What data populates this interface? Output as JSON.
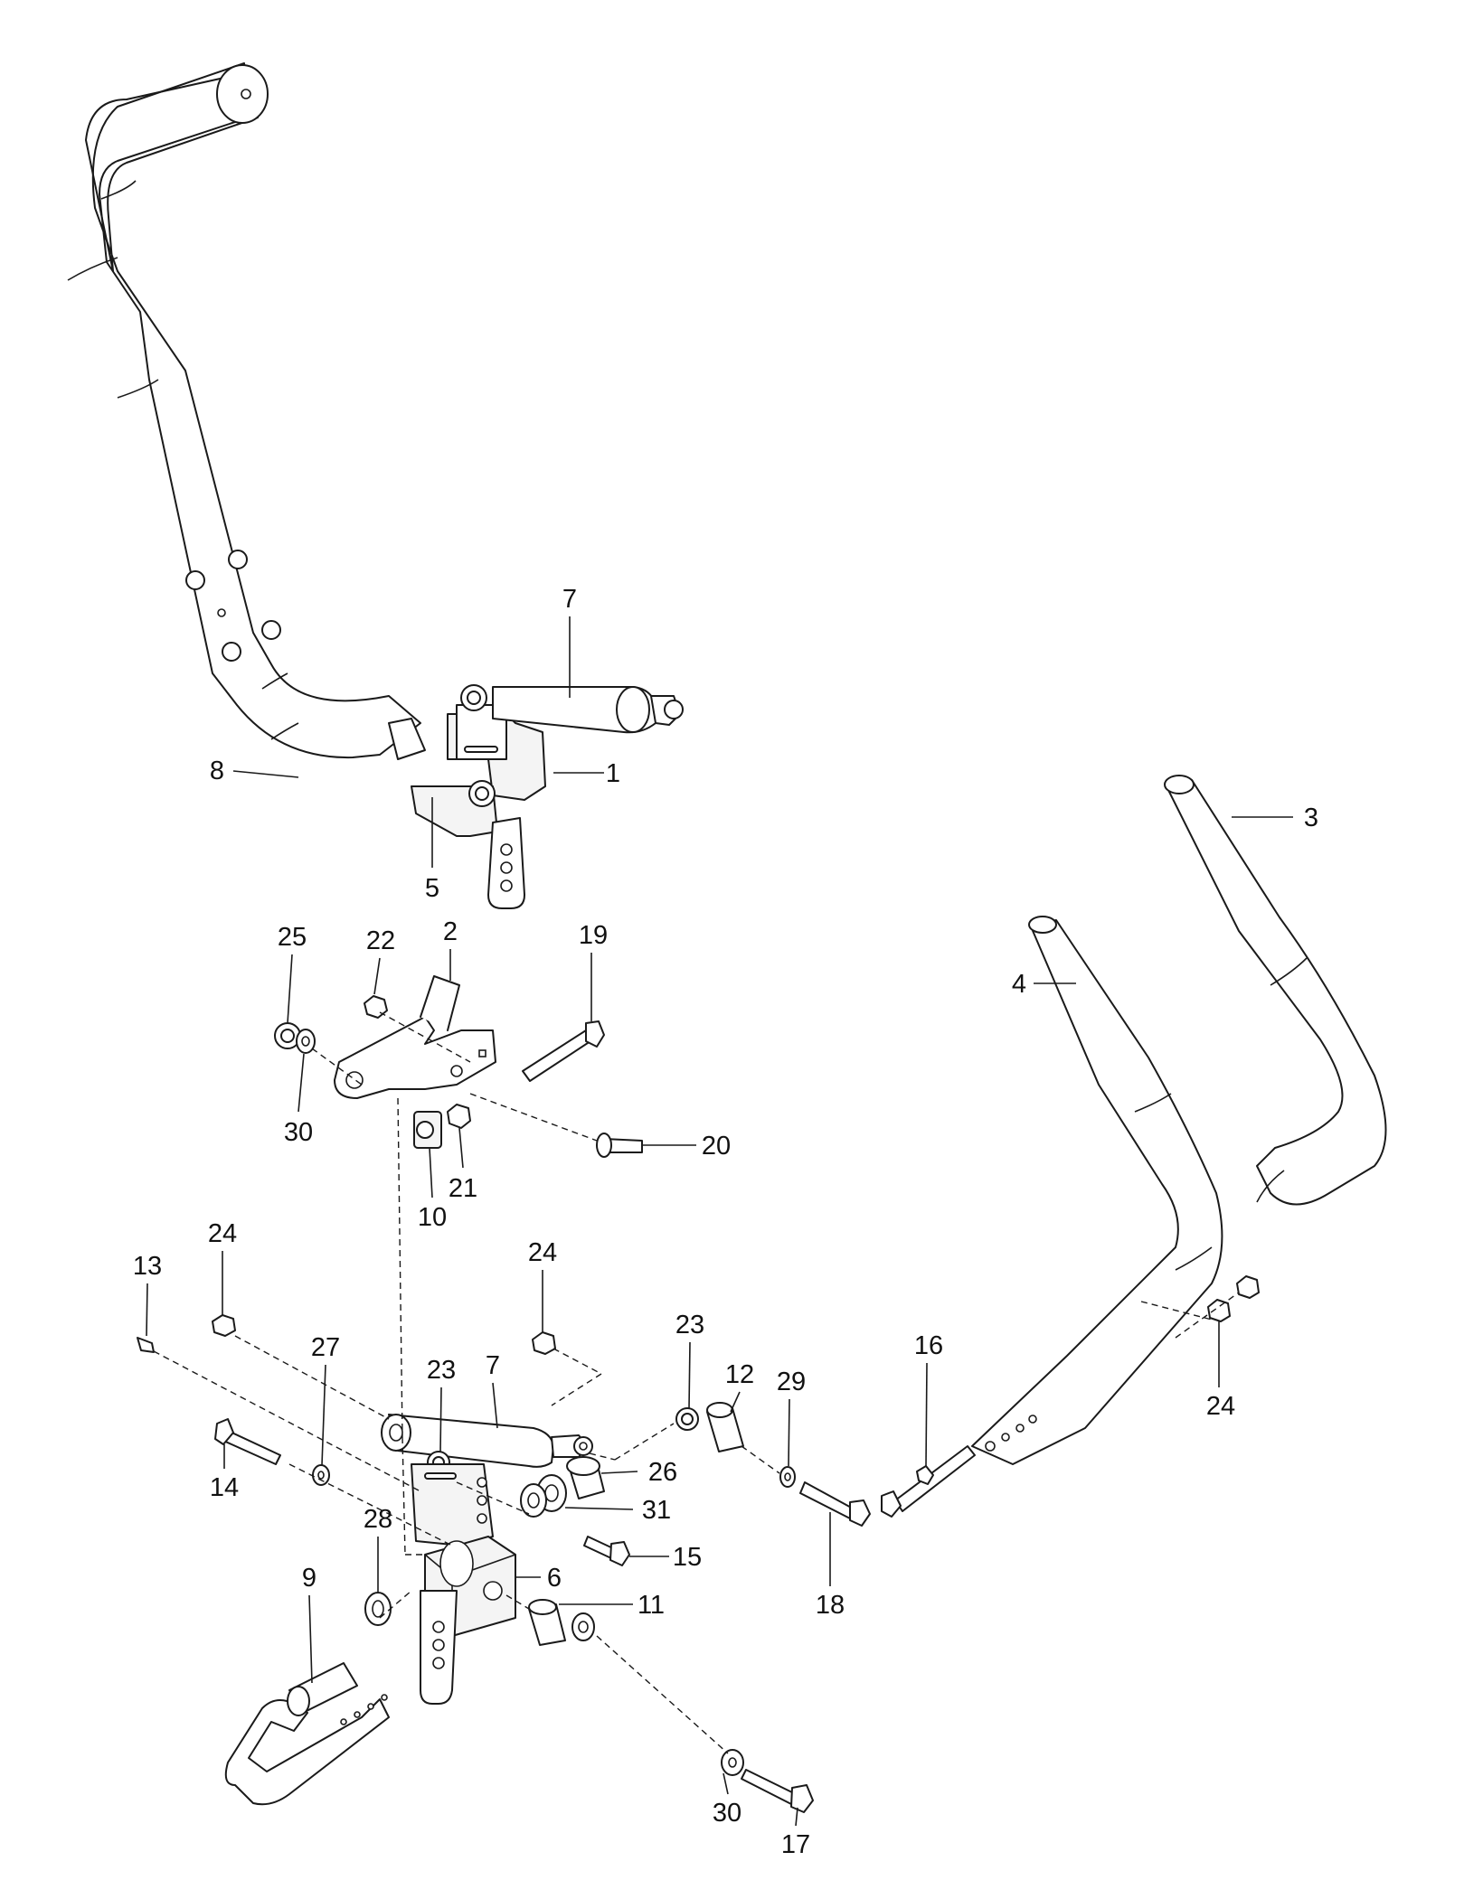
{
  "diagram": {
    "callouts": [
      {
        "id": "c7a",
        "label": "7"
      },
      {
        "id": "c1",
        "label": "1"
      },
      {
        "id": "c8",
        "label": "8"
      },
      {
        "id": "c5",
        "label": "5"
      },
      {
        "id": "c3",
        "label": "3"
      },
      {
        "id": "c4",
        "label": "4"
      },
      {
        "id": "c25",
        "label": "25"
      },
      {
        "id": "c22",
        "label": "22"
      },
      {
        "id": "c2",
        "label": "2"
      },
      {
        "id": "c19",
        "label": "19"
      },
      {
        "id": "c30a",
        "label": "30"
      },
      {
        "id": "c10",
        "label": "10"
      },
      {
        "id": "c21",
        "label": "21"
      },
      {
        "id": "c20",
        "label": "20"
      },
      {
        "id": "c13",
        "label": "13"
      },
      {
        "id": "c24a",
        "label": "24"
      },
      {
        "id": "c24b",
        "label": "24"
      },
      {
        "id": "c27",
        "label": "27"
      },
      {
        "id": "c23a",
        "label": "23"
      },
      {
        "id": "c7b",
        "label": "7"
      },
      {
        "id": "c23b",
        "label": "23"
      },
      {
        "id": "c12",
        "label": "12"
      },
      {
        "id": "c29",
        "label": "29"
      },
      {
        "id": "c16",
        "label": "16"
      },
      {
        "id": "c24c",
        "label": "24"
      },
      {
        "id": "c14",
        "label": "14"
      },
      {
        "id": "c26",
        "label": "26"
      },
      {
        "id": "c31",
        "label": "31"
      },
      {
        "id": "c28",
        "label": "28"
      },
      {
        "id": "c15",
        "label": "15"
      },
      {
        "id": "c6",
        "label": "6"
      },
      {
        "id": "c9",
        "label": "9"
      },
      {
        "id": "c11",
        "label": "11"
      },
      {
        "id": "c18",
        "label": "18"
      },
      {
        "id": "c30b",
        "label": "30"
      },
      {
        "id": "c17",
        "label": "17"
      }
    ]
  }
}
